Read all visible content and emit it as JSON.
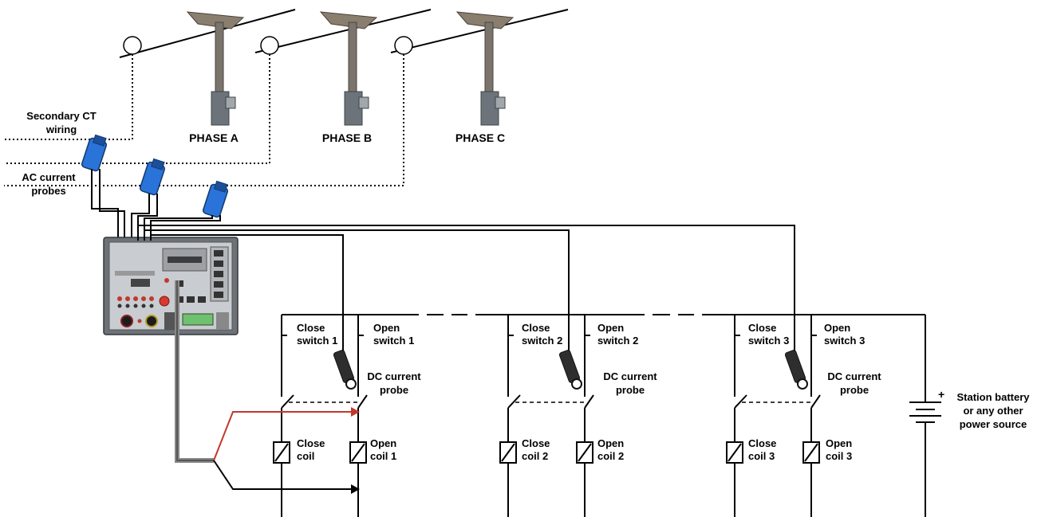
{
  "labels": {
    "secondary_ct_line1": "Secondary CT",
    "secondary_ct_line2": "wiring",
    "ac_probes_line1": "AC current",
    "ac_probes_line2": "probes",
    "phase_a": "PHASE A",
    "phase_b": "PHASE B",
    "phase_c": "PHASE C"
  },
  "breakers": [
    {
      "close_switch": [
        "Close",
        "switch 1"
      ],
      "open_switch": [
        "Open",
        "switch 1"
      ],
      "dc_probe": [
        "DC current",
        "probe"
      ],
      "close_coil": [
        "Close",
        "coil"
      ],
      "open_coil": [
        "Open",
        "coil 1"
      ]
    },
    {
      "close_switch": [
        "Close",
        "switch 2"
      ],
      "open_switch": [
        "Open",
        "switch 2"
      ],
      "dc_probe": [
        "DC current",
        "probe"
      ],
      "close_coil": [
        "Close",
        "coil 2"
      ],
      "open_coil": [
        "Open",
        "coil 2"
      ]
    },
    {
      "close_switch": [
        "Close",
        "switch 3"
      ],
      "open_switch": [
        "Open",
        "switch 3"
      ],
      "dc_probe": [
        "DC current",
        "probe"
      ],
      "close_coil": [
        "Close",
        "coil 3"
      ],
      "open_coil": [
        "Open",
        "coil 3"
      ]
    }
  ],
  "battery": {
    "plus": "+",
    "line1": "Station battery",
    "line2": "or any other",
    "line3": "power source"
  },
  "colors": {
    "wire": "#000000",
    "red_wire": "#c0392b",
    "probe_blue": "#2a73d8",
    "instrument_body": "#6d7278",
    "instrument_panel": "#c9ccd0",
    "display_green": "#6fc06f"
  }
}
